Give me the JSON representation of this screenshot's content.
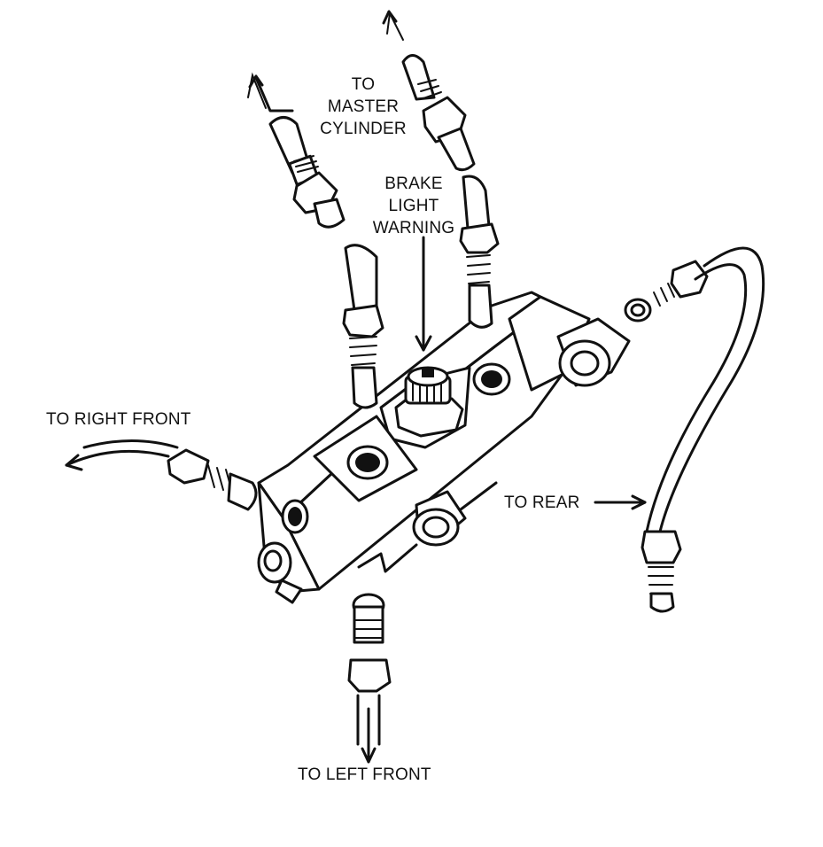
{
  "labels": {
    "master_cylinder": [
      "TO",
      "MASTER",
      "CYLINDER"
    ],
    "brake_light_warning": [
      "BRAKE",
      "LIGHT",
      "WARNING"
    ],
    "right_front": "TO RIGHT FRONT",
    "rear": "TO REAR",
    "left_front": "TO LEFT FRONT"
  }
}
